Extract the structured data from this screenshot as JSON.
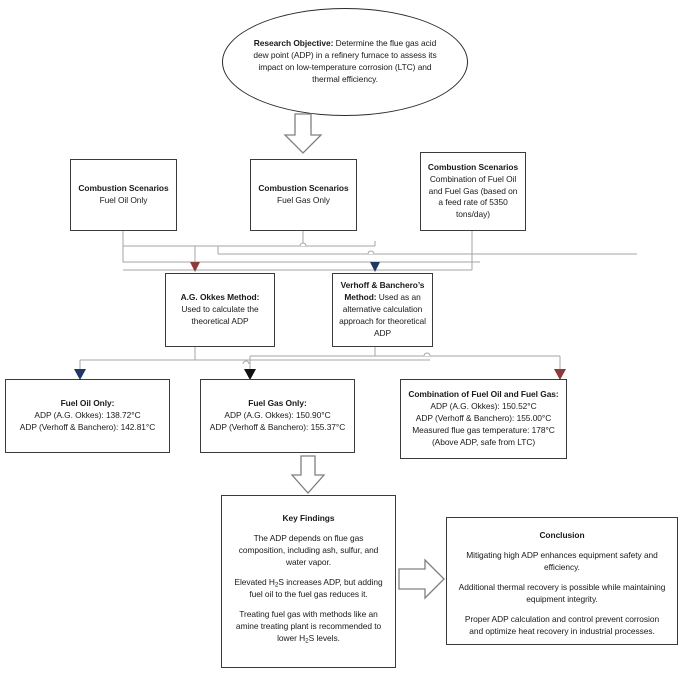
{
  "diagram": {
    "title": "Flue gas acid dew point (ADP) study flowchart",
    "colors": {
      "box_border": "#3b3b3b",
      "connector_line": "#a6a6a6",
      "arrow_red": "#8c3a3a",
      "arrow_blue": "#1f3864",
      "arrow_black": "#111111",
      "block_arrow_outline": "#808080",
      "background": "#ffffff",
      "text": "#1a1a1a"
    },
    "nodes": {
      "objective": {
        "shape": "ellipse",
        "label_bold": "Research Objective:",
        "text": " Determine the flue gas acid dew point (ADP) in a refinery furnace to assess its impact on low-temperature corrosion (LTC) and thermal efficiency."
      },
      "scenario_oil": {
        "shape": "rect",
        "title": "Combustion Scenarios",
        "text": "Fuel Oil Only"
      },
      "scenario_gas": {
        "shape": "rect",
        "title": "Combustion Scenarios",
        "text": "Fuel Gas Only"
      },
      "scenario_combo": {
        "shape": "rect",
        "title": "Combustion Scenarios",
        "text": "Combination of Fuel Oil and Fuel Gas (based on a feed rate of 5350 tons/day)"
      },
      "method_okkes": {
        "shape": "rect",
        "label_bold": "A.G. Okkes Method:",
        "text": "Used to calculate the theoretical ADP"
      },
      "method_verhoff": {
        "shape": "rect",
        "label_bold": "Verhoff & Banchero’s Method:",
        "text": " Used as an alternative calculation approach for theoretical ADP"
      },
      "result_oil": {
        "shape": "rect",
        "title": "Fuel Oil Only:",
        "lines": [
          "ADP (A.G. Okkes): 138.72°C",
          "ADP (Verhoff & Banchero): 142.81°C"
        ]
      },
      "result_gas": {
        "shape": "rect",
        "title": "Fuel Gas Only:",
        "lines": [
          "ADP (A.G. Okkes): 150.90°C",
          "ADP (Verhoff & Banchero): 155.37°C"
        ]
      },
      "result_combo": {
        "shape": "rect",
        "title": "Combination of Fuel Oil and Fuel Gas:",
        "lines": [
          "ADP (A.G. Okkes): 150.52°C",
          "ADP (Verhoff & Banchero): 155.00°C",
          "Measured flue gas temperature: 178°C",
          "(Above ADP, safe from LTC)"
        ]
      },
      "key_findings": {
        "shape": "rect",
        "title": "Key Findings",
        "paragraphs": [
          "The ADP depends on flue gas composition, including ash, sulfur, and water vapor.",
          "Elevated H2S increases ADP, but adding fuel oil to the fuel gas reduces it.",
          "Treating fuel gas with methods like an amine treating plant is recommended to lower H2S levels."
        ],
        "paragraph_parts": [
          [
            "The ADP depends on flue gas composition, including ash, sulfur, and water vapor."
          ],
          [
            "Elevated H",
            "2",
            "S increases ADP, but adding fuel oil to the fuel gas reduces it."
          ],
          [
            "Treating fuel gas with methods like an amine treating plant is recommended to lower H",
            "2",
            "S levels."
          ]
        ]
      },
      "conclusion": {
        "shape": "rect",
        "title": "Conclusion",
        "paragraphs": [
          "Mitigating high ADP enhances equipment safety and efficiency.",
          "Additional thermal recovery is possible while maintaining equipment integrity.",
          "Proper ADP calculation and control prevent corrosion and optimize heat recovery in industrial processes."
        ]
      }
    },
    "block_arrows": [
      {
        "name": "objective-to-scenarios-arrow",
        "direction": "down"
      },
      {
        "name": "results-to-findings-arrow",
        "direction": "down"
      },
      {
        "name": "findings-to-conclusion-arrow",
        "direction": "right"
      }
    ],
    "connector_arrowheads": [
      {
        "name": "arrowhead-to-okkes",
        "color": "#8c3a3a"
      },
      {
        "name": "arrowhead-to-verhoff",
        "color": "#1f3864"
      },
      {
        "name": "arrowhead-to-result-oil",
        "color": "#1f3864"
      },
      {
        "name": "arrowhead-to-result-gas",
        "color": "#111111"
      },
      {
        "name": "arrowhead-to-result-combo",
        "color": "#8c3a3a"
      }
    ]
  }
}
